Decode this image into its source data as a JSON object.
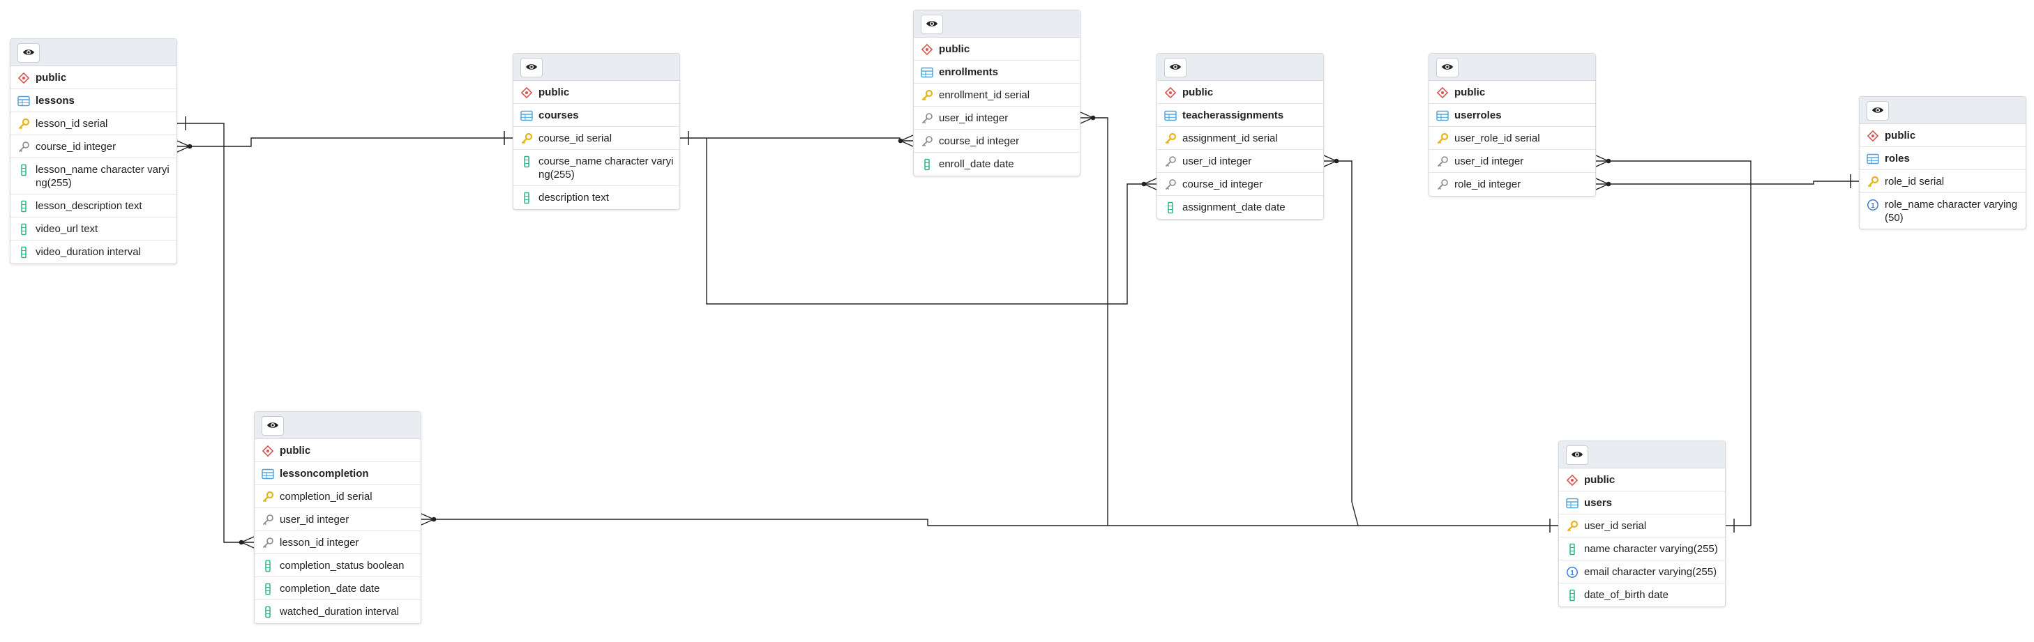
{
  "tables": [
    {
      "id": "lessons",
      "schema": "public",
      "name": "lessons",
      "columns": [
        {
          "icon": "primary-key-icon",
          "text": "lesson_id serial"
        },
        {
          "icon": "foreign-key-icon",
          "text": "course_id integer"
        },
        {
          "icon": "column-icon",
          "text": "lesson_name character varying(255)"
        },
        {
          "icon": "column-icon",
          "text": "lesson_description text"
        },
        {
          "icon": "column-icon",
          "text": "video_url text"
        },
        {
          "icon": "column-icon",
          "text": "video_duration interval"
        }
      ]
    },
    {
      "id": "courses",
      "schema": "public",
      "name": "courses",
      "columns": [
        {
          "icon": "primary-key-icon",
          "text": "course_id serial"
        },
        {
          "icon": "column-icon",
          "text": "course_name character varying(255)"
        },
        {
          "icon": "column-icon",
          "text": "description text"
        }
      ]
    },
    {
      "id": "enrollments",
      "schema": "public",
      "name": "enrollments",
      "columns": [
        {
          "icon": "primary-key-icon",
          "text": "enrollment_id serial"
        },
        {
          "icon": "foreign-key-icon",
          "text": "user_id integer"
        },
        {
          "icon": "foreign-key-icon",
          "text": "course_id integer"
        },
        {
          "icon": "column-icon",
          "text": "enroll_date date"
        }
      ]
    },
    {
      "id": "teacherassignments",
      "schema": "public",
      "name": "teacherassignments",
      "columns": [
        {
          "icon": "primary-key-icon",
          "text": "assignment_id serial"
        },
        {
          "icon": "foreign-key-icon",
          "text": "user_id integer"
        },
        {
          "icon": "foreign-key-icon",
          "text": "course_id integer"
        },
        {
          "icon": "column-icon",
          "text": "assignment_date date"
        }
      ]
    },
    {
      "id": "userroles",
      "schema": "public",
      "name": "userroles",
      "columns": [
        {
          "icon": "primary-key-icon",
          "text": "user_role_id serial"
        },
        {
          "icon": "foreign-key-icon",
          "text": "user_id integer"
        },
        {
          "icon": "foreign-key-icon",
          "text": "role_id integer"
        }
      ]
    },
    {
      "id": "roles",
      "schema": "public",
      "name": "roles",
      "columns": [
        {
          "icon": "primary-key-icon",
          "text": "role_id serial"
        },
        {
          "icon": "unique-icon",
          "text": "role_name character varying(50)"
        }
      ]
    },
    {
      "id": "lessoncompletion",
      "schema": "public",
      "name": "lessoncompletion",
      "columns": [
        {
          "icon": "primary-key-icon",
          "text": "completion_id serial"
        },
        {
          "icon": "foreign-key-icon",
          "text": "user_id integer"
        },
        {
          "icon": "foreign-key-icon",
          "text": "lesson_id integer"
        },
        {
          "icon": "column-icon",
          "text": "completion_status boolean"
        },
        {
          "icon": "column-icon",
          "text": "completion_date date"
        },
        {
          "icon": "column-icon",
          "text": "watched_duration interval"
        }
      ]
    },
    {
      "id": "users",
      "schema": "public",
      "name": "users",
      "columns": [
        {
          "icon": "primary-key-icon",
          "text": "user_id serial"
        },
        {
          "icon": "column-icon",
          "text": "name character varying(255)"
        },
        {
          "icon": "unique-icon",
          "text": "email character varying(255)"
        },
        {
          "icon": "column-icon",
          "text": "date_of_birth date"
        }
      ]
    }
  ],
  "relationships": [
    {
      "from": "lessons.course_id",
      "to": "courses.course_id"
    },
    {
      "from": "enrollments.course_id",
      "to": "courses.course_id"
    },
    {
      "from": "teacherassignments.course_id",
      "to": "courses.course_id"
    },
    {
      "from": "lessoncompletion.lesson_id",
      "to": "lessons.lesson_id"
    },
    {
      "from": "enrollments.user_id",
      "to": "users.user_id"
    },
    {
      "from": "teacherassignments.user_id",
      "to": "users.user_id"
    },
    {
      "from": "lessoncompletion.user_id",
      "to": "users.user_id"
    },
    {
      "from": "userroles.user_id",
      "to": "users.user_id"
    },
    {
      "from": "userroles.role_id",
      "to": "roles.role_id"
    }
  ],
  "colors": {
    "header_bg": "#e9ecf0",
    "schema_icon": "#d9534f",
    "table_icon": "#4a9fd8",
    "primary_key": "#e8b41c",
    "foreign_key": "#8a8a8a",
    "column_icon": "#2bb48c",
    "unique_icon": "#3a7fd6",
    "edge": "#222222"
  }
}
